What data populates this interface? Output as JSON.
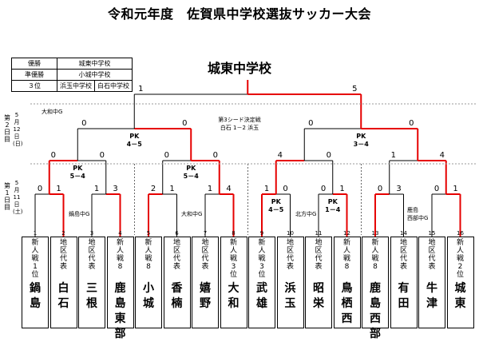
{
  "title": "令和元年度　佐賀県中学校選抜サッカー大会",
  "champion": "城東中学校",
  "results": [
    {
      "rank": "優勝",
      "teams": [
        "城東中学校"
      ]
    },
    {
      "rank": "準優勝",
      "teams": [
        "小城中学校"
      ]
    },
    {
      "rank": "３位",
      "teams": [
        "浜玉中学校",
        "白石中学校"
      ]
    }
  ],
  "days": {
    "day2": {
      "label": "第\n2\n日\n目",
      "date": "5\n月\n12\n日\n(日)"
    },
    "day1": {
      "label": "第\n1\n日\n目",
      "date": "5\n月\n11\n日\n(土)"
    }
  },
  "venues": {
    "yamato_top": "大和中G",
    "nabeshima": "鍋島中G",
    "yamato": "大和中G",
    "kitakata": "北方中G",
    "kashima": "鹿島\n西部中G"
  },
  "third_place": {
    "title": "第3シード決定戦",
    "result": "白石 1－2 浜玉"
  },
  "scores": {
    "final": [
      "1",
      "5"
    ],
    "semi": [
      "0",
      "0",
      "0",
      "0"
    ],
    "qf": [
      "0",
      "0",
      "0",
      "0",
      "4",
      "0",
      "1",
      "4"
    ],
    "r1": [
      "0",
      "1",
      "1",
      "3",
      "2",
      "1",
      "1",
      "4",
      "1",
      "0",
      "0",
      "1",
      "0",
      "3",
      "0",
      "1"
    ]
  },
  "pk": {
    "semi_left": "PK\n4－5",
    "semi_right": "PK\n3－4",
    "qf_1": "PK\n5－4",
    "qf_2": "PK\n5－4",
    "r1_5": "PK\n4－5",
    "r1_6": "PK\n1－4"
  },
  "teams": [
    {
      "no": "1",
      "qual": "新\n人\n戦\n1\n位",
      "name": "鍋\n島"
    },
    {
      "no": "2",
      "qual": "地\n区\n代\n表",
      "name": "白\n石"
    },
    {
      "no": "3",
      "qual": "地\n区\n代\n表",
      "name": "三\n根"
    },
    {
      "no": "4",
      "qual": "新\n人\n戦\n8",
      "name": "鹿\n島\n東\n部"
    },
    {
      "no": "5",
      "qual": "新\n人\n戦\n8",
      "name": "小\n城"
    },
    {
      "no": "6",
      "qual": "地\n区\n代\n表",
      "name": "香\n楠"
    },
    {
      "no": "7",
      "qual": "地\n区\n代\n表",
      "name": "嬉\n野"
    },
    {
      "no": "8",
      "qual": "新\n人\n戦\n3\n位",
      "name": "大\n和"
    },
    {
      "no": "9",
      "qual": "新\n人\n戦\n3\n位",
      "name": "武\n雄"
    },
    {
      "no": "10",
      "qual": "地\n区\n代\n表",
      "name": "浜\n玉"
    },
    {
      "no": "11",
      "qual": "地\n区\n代\n表",
      "name": "昭\n栄"
    },
    {
      "no": "12",
      "qual": "新\n人\n戦\n8",
      "name": "鳥\n栖\n西"
    },
    {
      "no": "13",
      "qual": "新\n人\n戦\n8",
      "name": "鹿\n島\n西\n部"
    },
    {
      "no": "14",
      "qual": "地\n区\n代\n表",
      "name": "有\n田"
    },
    {
      "no": "15",
      "qual": "地\n区\n代\n表",
      "name": "牛\n津"
    },
    {
      "no": "16",
      "qual": "新\n人\n戦\n2\n位",
      "name": "城\n東"
    }
  ],
  "colors": {
    "win": "#e60000",
    "line": "#000000"
  }
}
